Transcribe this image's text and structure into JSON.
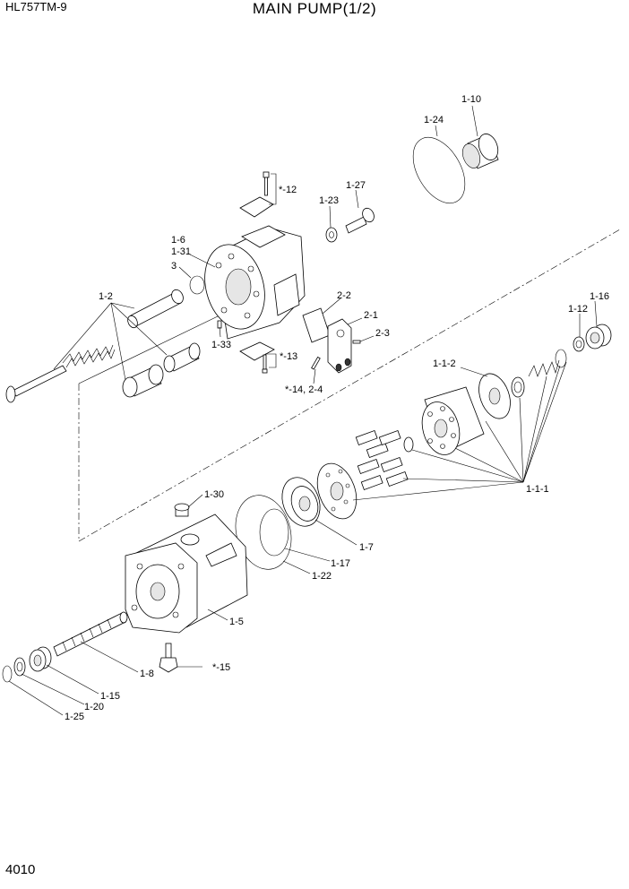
{
  "header": {
    "model": "HL757TM-9",
    "title": "MAIN PUMP(1/2)"
  },
  "footer": {
    "page_number": "4010"
  },
  "labels": {
    "l_1_10": "1-10",
    "l_1_24": "1-24",
    "l_12": "*-12",
    "l_1_27": "1-27",
    "l_1_23": "1-23",
    "l_1_6": "1-6",
    "l_1_31": "1-31",
    "l_3": "3",
    "l_1_2": "1-2",
    "l_2_2": "2-2",
    "l_2_1": "2-1",
    "l_2_3": "2-3",
    "l_1_16": "1-16",
    "l_1_12": "1-12",
    "l_1_33": "1-33",
    "l_13": "*-13",
    "l_1_1_2": "1-1-2",
    "l_14_24": "*-14, 2-4",
    "l_1_1_1": "1-1-1",
    "l_1_30": "1-30",
    "l_1_7": "1-7",
    "l_1_17": "1-17",
    "l_1_22": "1-22",
    "l_1_5": "1-5",
    "l_1_8": "1-8",
    "l_15": "*-15",
    "l_1_15": "1-15",
    "l_1_20": "1-20",
    "l_1_25": "1-25"
  }
}
